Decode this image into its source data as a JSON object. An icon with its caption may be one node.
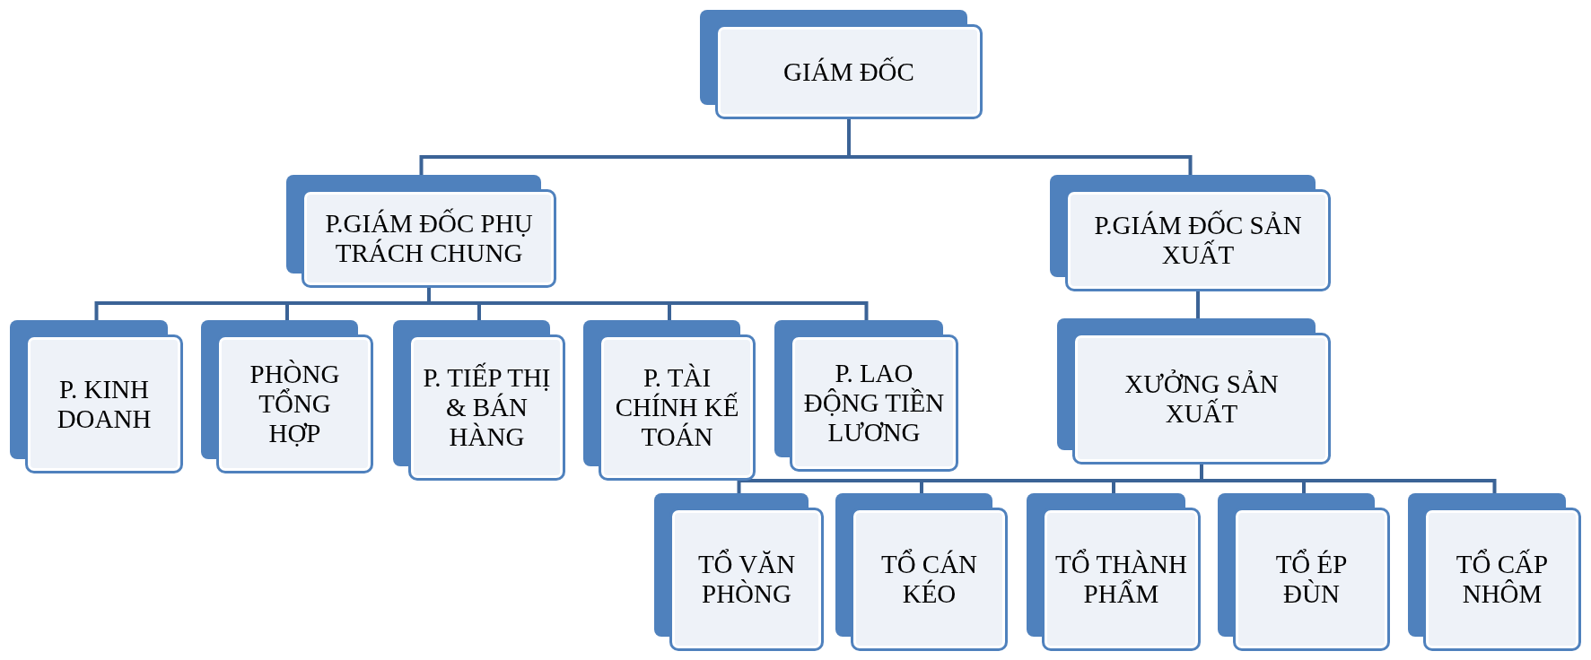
{
  "diagram": {
    "nodes": [
      {
        "text": [
          "GIÁM ĐỐC"
        ]
      },
      {
        "text": [
          "P.GIÁM ĐỐC PHỤ TRÁCH CHUNG"
        ]
      },
      {
        "text": [
          "P.GIÁM ĐỐC SẢN XUẤT"
        ]
      },
      {
        "text": [
          "P. KINH DOANH"
        ]
      },
      {
        "text": [
          "PHÒNG TỔNG HỢP"
        ]
      },
      {
        "text": [
          "P. TIẾP THỊ & BÁN HÀNG"
        ]
      },
      {
        "text": [
          "P. TÀI CHÍNH KẾ TOÁN"
        ]
      },
      {
        "text": [
          "P. LAO ĐỘNG TIỀN LƯƠNG"
        ]
      },
      {
        "text": [
          "XƯỞNG SẢN XUẤT"
        ]
      },
      {
        "text": [
          "TỔ VĂN PHÒNG"
        ]
      },
      {
        "text": [
          "TỔ CÁN KÉO"
        ]
      },
      {
        "text": [
          "TỔ THÀNH PHẨM"
        ]
      },
      {
        "text": [
          "TỔ ÉP ĐÙN"
        ]
      },
      {
        "text": [
          "TỔ CẤP NHÔM"
        ]
      }
    ],
    "edges": [
      {
        "from": 0,
        "to": 1,
        "arrow": "none"
      },
      {
        "from": 0,
        "to": 2,
        "arrow": "none"
      },
      {
        "from": 1,
        "to": 3,
        "arrow": "none"
      },
      {
        "from": 1,
        "to": 4,
        "arrow": "none"
      },
      {
        "from": 1,
        "to": 5,
        "arrow": "none"
      },
      {
        "from": 1,
        "to": 6,
        "arrow": "none"
      },
      {
        "from": 1,
        "to": 7,
        "arrow": "none"
      },
      {
        "from": 2,
        "to": 8,
        "arrow": "none"
      },
      {
        "from": 8,
        "to": 9,
        "arrow": "none"
      },
      {
        "from": 8,
        "to": 10,
        "arrow": "none"
      },
      {
        "from": 8,
        "to": 11,
        "arrow": "none"
      },
      {
        "from": 8,
        "to": 12,
        "arrow": "none"
      },
      {
        "from": 8,
        "to": 13,
        "arrow": "none"
      }
    ]
  }
}
